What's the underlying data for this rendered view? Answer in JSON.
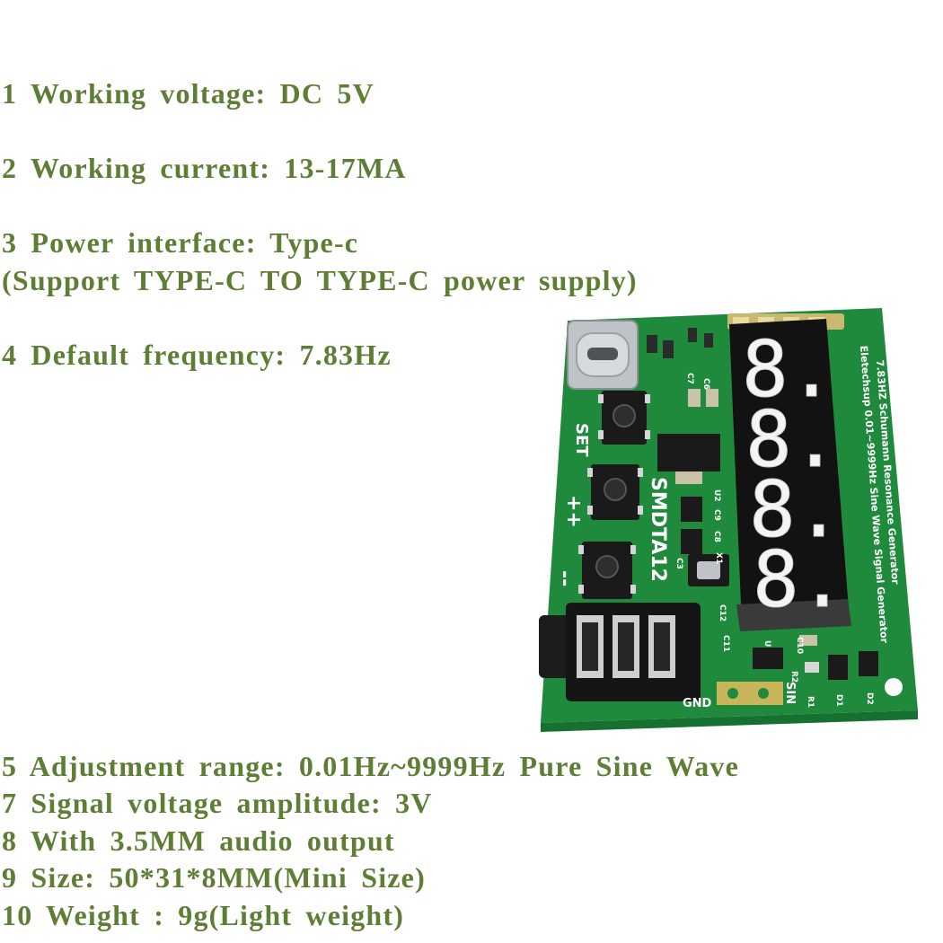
{
  "specs_top": [
    "1 Working voltage: DC 5V",
    "2 Working current: 13-17MA",
    "3 Power interface: Type-c",
    "(Support TYPE-C TO TYPE-C power supply)",
    "4 Default frequency: 7.83Hz"
  ],
  "specs_bottom": [
    "5 Adjustment range: 0.01Hz~9999Hz Pure Sine Wave",
    "7 Signal voltage amplitude: 3V",
    "8 With 3.5MM audio output",
    "9 Size: 50*31*8MM(Mini Size)",
    "10 Weight : 9g(Light weight)"
  ],
  "board": {
    "silkscreen": {
      "title_line1": "7.83HZ Schumann Resonance Generator",
      "title_line2": "Eletechsup 0.01~9999Hz Sine Wave Signal Generator",
      "model": "SMDTA12",
      "set": "SET",
      "plus": "++",
      "minus": "--",
      "gnd": "GND",
      "sin": "SIN",
      "refs": [
        "C7",
        "C6",
        "U2",
        "C9",
        "C8",
        "C3",
        "X1",
        "C12",
        "C11",
        "C10",
        "U",
        "R2",
        "R1",
        "D1",
        "D2"
      ]
    },
    "display": {
      "digits": [
        "8.",
        "8.",
        "8.",
        "8."
      ]
    },
    "colors": {
      "pcb": "#1f8a3c",
      "pcb_edge": "#167030",
      "text": "#5e7e36"
    }
  }
}
